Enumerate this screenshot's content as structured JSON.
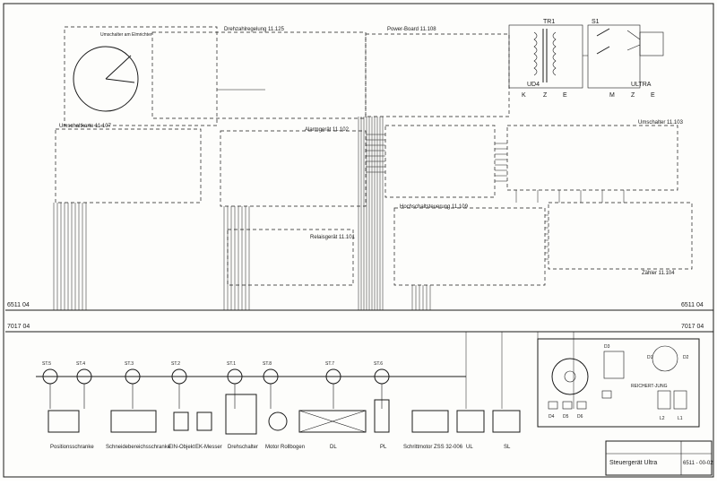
{
  "modules": {
    "drehzahl": "Drehzahlregelung 11.125",
    "power": "Power-Board 11.108",
    "umschaltkarte_left": "Umschaltkarte 11.107",
    "alarmgerat": "Alarmgerät 11.102",
    "hochschalt": "Hochschaltsteuerung 11.109",
    "relaisgerat": "Relaisgerät 11.101",
    "umschalter_right": "Umschalter 11.103",
    "zahler": "Zähler 11.104",
    "dial_label": "Umschalter am Elmrichter"
  },
  "top_right": {
    "tr": "TR1",
    "s1": "S1",
    "ud4": "UD4",
    "ultra": "ULTRA",
    "k_left": [
      "K",
      "Z",
      "E"
    ],
    "k_right": [
      "M",
      "Z",
      "E"
    ]
  },
  "reference_lines": {
    "left_top": "6511 04",
    "left_bottom": "7017 04",
    "right_top": "6511 04",
    "right_bottom": "7017 04"
  },
  "connectors": [
    "ST.5",
    "ST.4",
    "ST.3",
    "ST.2",
    "ST.1",
    "ST.8",
    "ST.7",
    "ST.6"
  ],
  "bottom_labels": {
    "positions": "Positionsschranke",
    "schnell": "Schneidebereichsschranke",
    "ein_objekt": "EIN-Objekt",
    "ein_messer": "EK-Messer",
    "drehschalter": "Drehschalter",
    "motor": "Motor Rollbogen",
    "dl": "DL",
    "pl": "PL",
    "schrittmotor": "Schrittmotor ZSS 32-006",
    "ul": "UL",
    "sl": "SL"
  },
  "panel": {
    "d1": "D1",
    "d2": "D2",
    "d3": "D3",
    "d4": "D4",
    "d5": "D5",
    "d6": "D6",
    "l1": "L1",
    "l2": "L2",
    "brand": "REICHERT-JUNG"
  },
  "title_block": {
    "title": "Steuergerät Ultra",
    "doc_number": "6511 - 00-02"
  }
}
